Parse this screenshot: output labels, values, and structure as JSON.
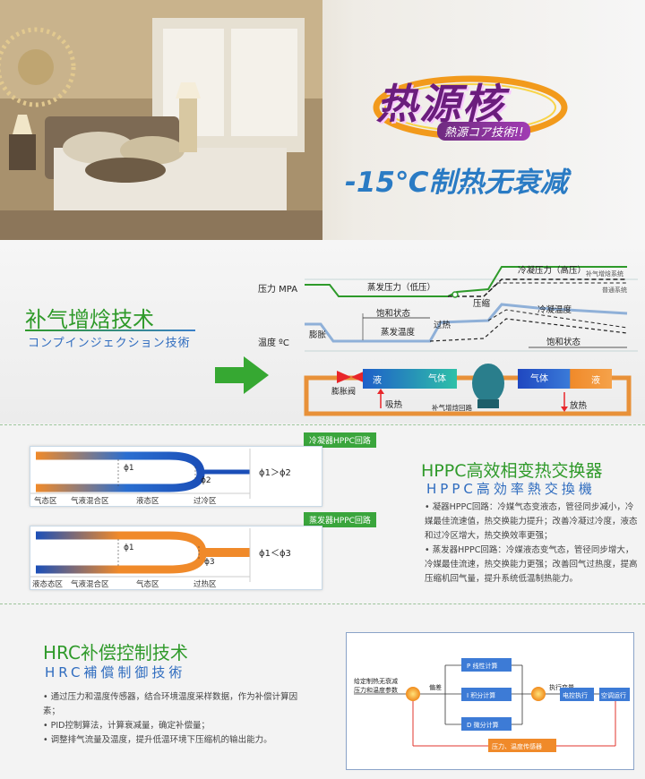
{
  "hero": {
    "logo_main": "热源核",
    "logo_sub": "熱源コア技術!!",
    "slogan": "-15℃制热无衰减"
  },
  "section1": {
    "title": "补气增焓技术",
    "subtitle": "コンプインジェクション技術",
    "diagram": {
      "y_pressure": "压力 MPA",
      "y_temp": "温度 ºC",
      "evap_pressure": "蒸发压力（低压）",
      "cond_pressure": "冷凝压力（高压）",
      "legend_injection": "补气增焓系统",
      "legend_normal": "普通系统",
      "saturation_left": "饱和状态",
      "evap_temp": "蒸发温度",
      "expansion": "膨胀",
      "superheat": "过热",
      "compress": "压缩",
      "cond_temp": "冷凝温度",
      "saturation_right": "饱和状态",
      "expansion_valve": "膨胀阀",
      "liquid_left": "液",
      "gas_left": "气体",
      "gas_right": "气体",
      "liquid_right": "液",
      "absorb_heat": "吸热",
      "injection_loop": "补气增焓回路",
      "release_heat": "放热"
    }
  },
  "section2": {
    "title": "HPPC高效相变热交换器",
    "subtitle": "HPPC高効率熱交換機",
    "condenser": {
      "tag": "冷凝器HPPC回路",
      "phi1": "ϕ1",
      "phi2": "ϕ2",
      "relation": "ϕ1＞ϕ2",
      "zones": [
        "气态区",
        "气液混合区",
        "液态区",
        "过冷区"
      ]
    },
    "evaporator": {
      "tag": "蒸发器HPPC回路",
      "phi1": "ϕ1",
      "phi3": "ϕ3",
      "relation": "ϕ1＜ϕ3",
      "zones": [
        "液态态区",
        "气液混合区",
        "气态区",
        "过热区"
      ]
    },
    "bullets": [
      "凝器HPPC回路：冷媒气态变液态，管径同步减小，冷媒最佳流速值，热交换能力提升；改善冷凝过冷度，液态和过冷区增大，热交换效率更强；",
      "蒸发器HPPC回路：冷媒液态变气态，管径同步增大，冷媒最佳流速，热交换能力更强；改善回气过热度，提高压缩机回气量，提升系统低温制热能力。"
    ]
  },
  "section3": {
    "title": "HRC补偿控制技术",
    "subtitle": "HRC補償制御技術",
    "bullets": [
      "通过压力和温度传感器，结合环境温度采样数据，作为补偿计算因素；",
      "PID控制算法，计算衰减量，确定补偿量；",
      "调整排气流量及温度，提升低温环境下压缩机的输出能力。"
    ],
    "diagram": {
      "input_label": "给定制热无衰减压力和温度参数",
      "deviation": "偏差",
      "p_calc": "P 线性计算",
      "i_calc": "I 积分计算",
      "d_calc": "D 微分计算",
      "exec_change": "执行变量",
      "valve_exec": "电控执行",
      "ac_run": "空调运行",
      "sensor": "压力、温度传感器"
    }
  }
}
